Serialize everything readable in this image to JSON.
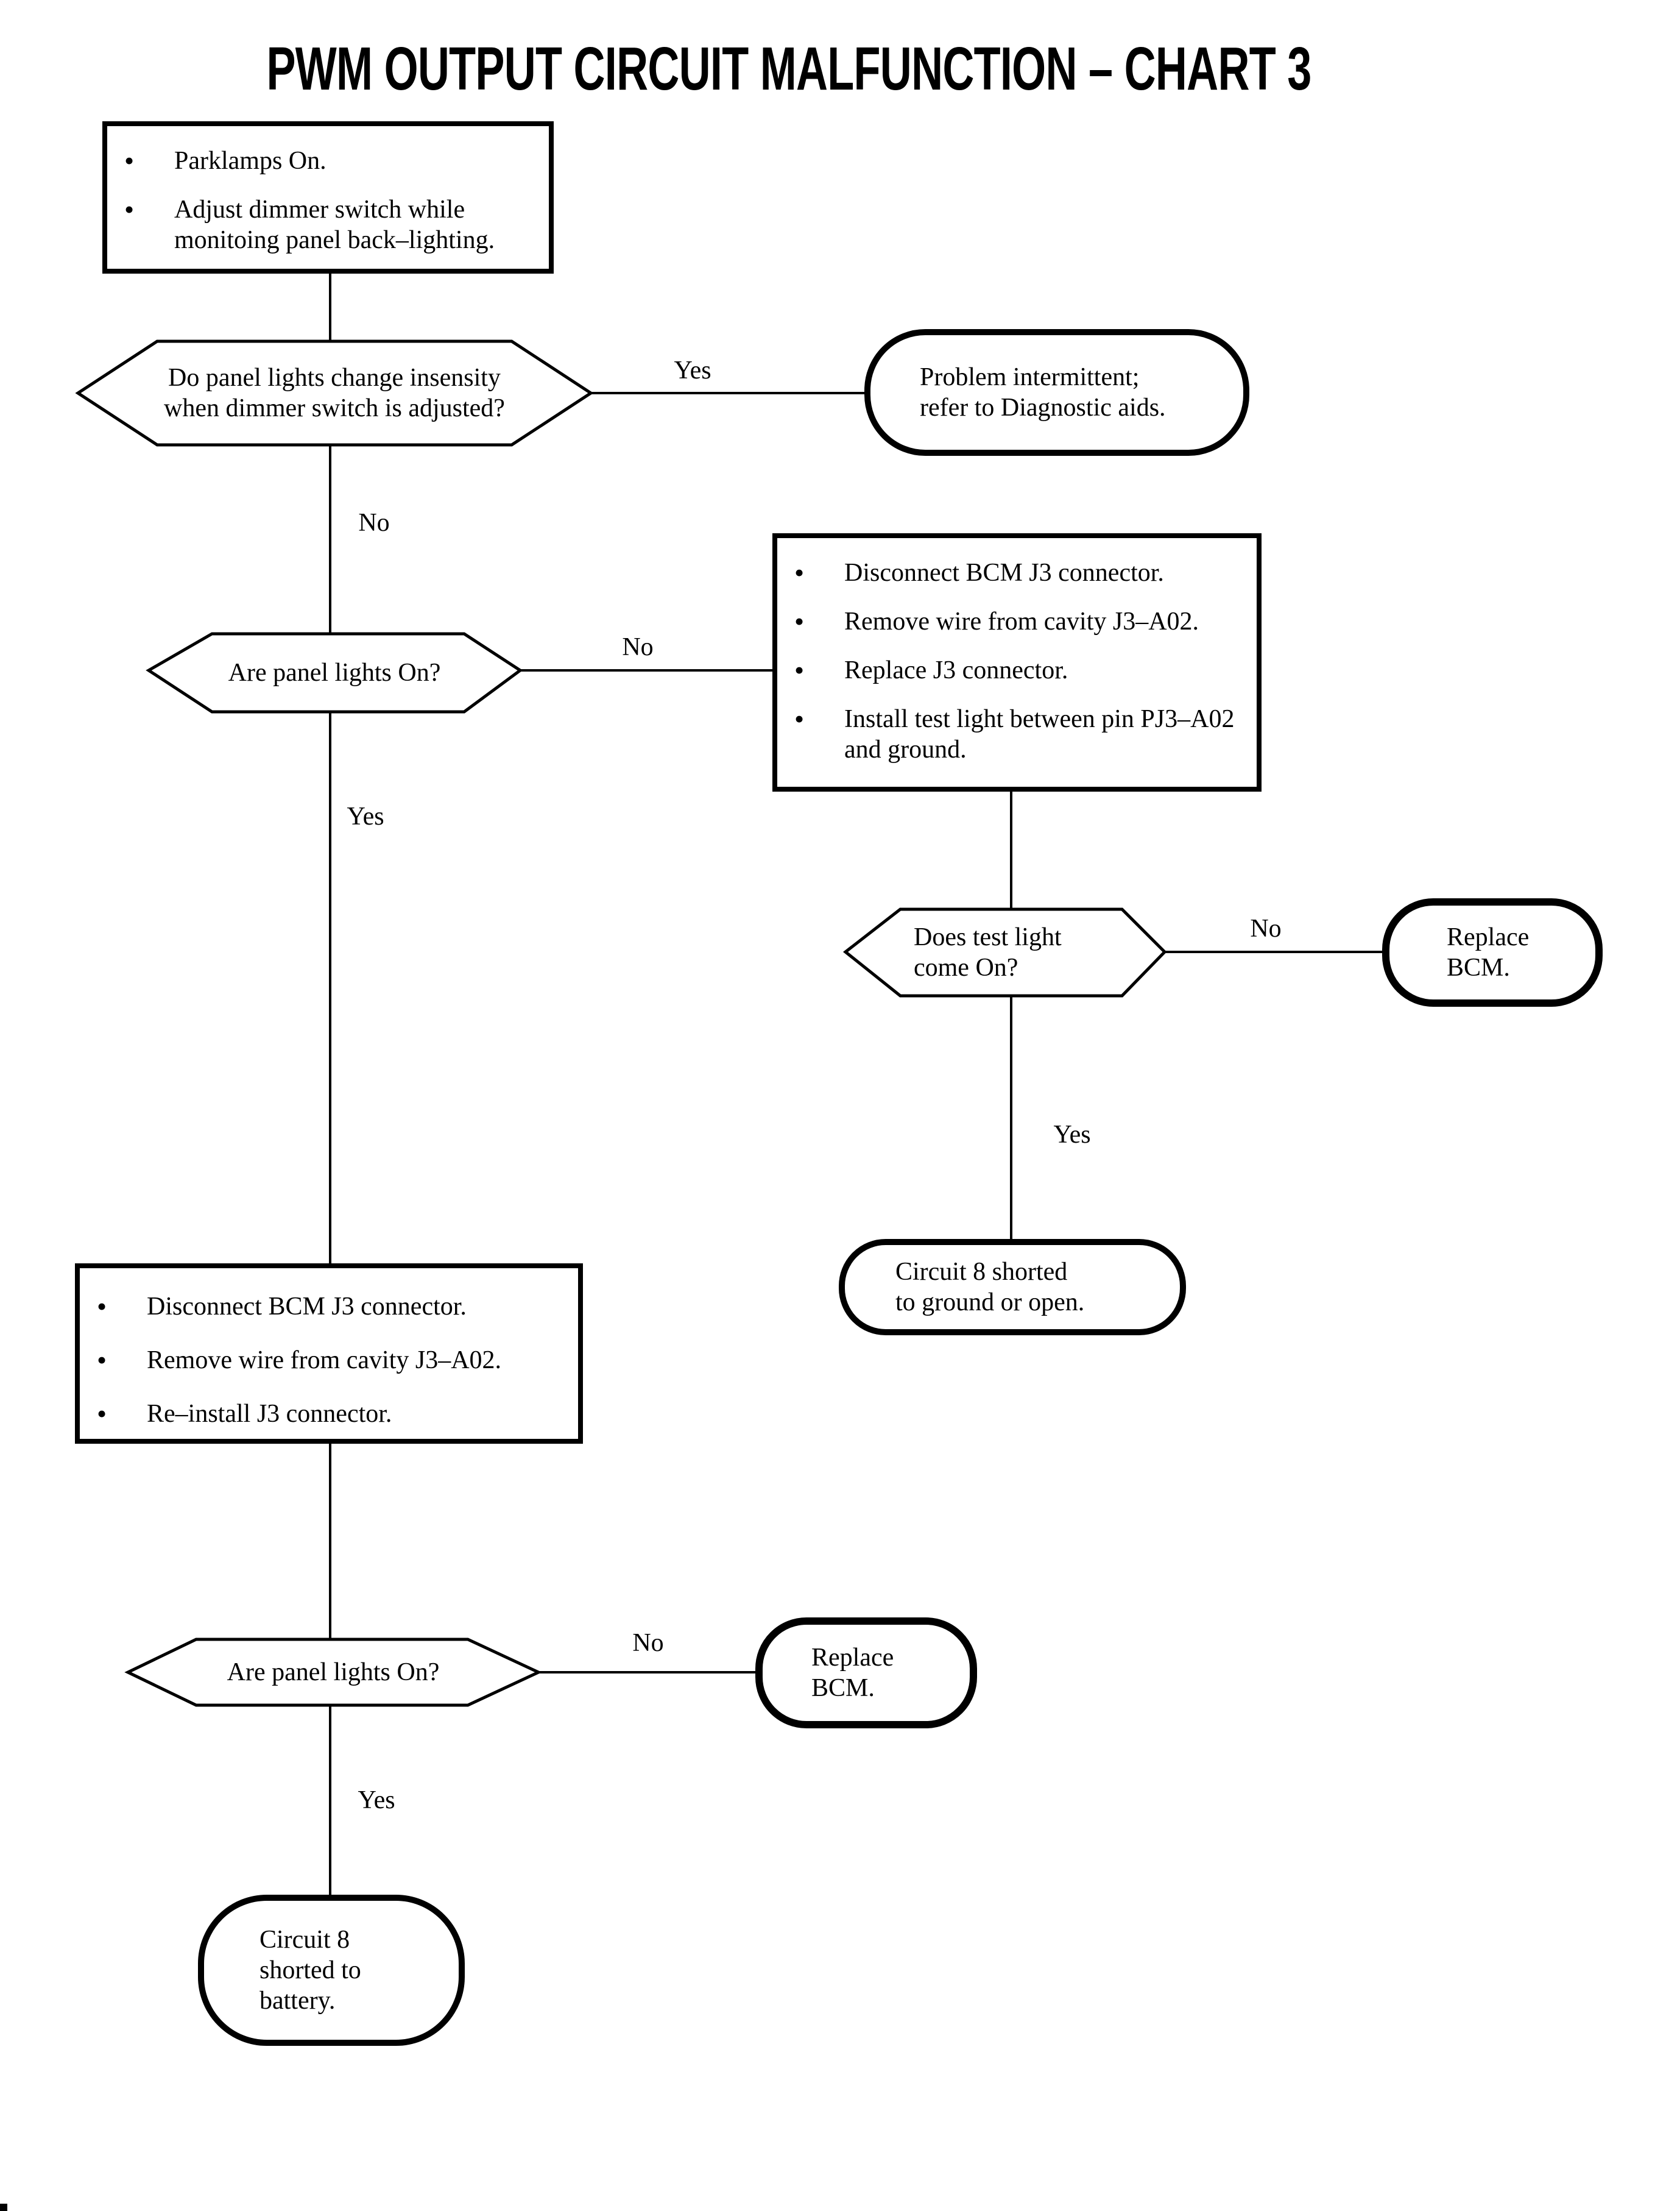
{
  "colors": {
    "ink": "#000000",
    "paper": "#ffffff"
  },
  "glyphs": {
    "bullet": "•"
  },
  "title": "PWM OUTPUT CIRCUIT MALFUNCTION – CHART 3",
  "start_box": {
    "items": [
      "Parklamps On.",
      "Adjust dimmer switch while\nmonitoing panel back–lighting."
    ]
  },
  "decision_dimmer": {
    "text": "Do panel lights change insensity\nwhen dimmer switch is adjusted?",
    "yes": "Yes",
    "no": "No"
  },
  "terminal_intermittent": {
    "text": "Problem intermittent;\nrefer to Diagnostic aids."
  },
  "action_test_light": {
    "items": [
      "Disconnect BCM J3 connector.",
      "Remove wire from cavity J3–A02.",
      "Replace J3 connector.",
      "Install test light between pin PJ3–A02\nand ground."
    ]
  },
  "decision_panel_lights_1": {
    "text": "Are panel lights On?",
    "yes": "Yes",
    "no": "No"
  },
  "decision_test_light": {
    "text": "Does test light\ncome On?",
    "yes": "Yes",
    "no": "No"
  },
  "terminal_replace_bcm_1": {
    "text": "Replace\nBCM."
  },
  "terminal_ground_open": {
    "text": "Circuit 8 shorted\nto ground or open."
  },
  "action_reinstall": {
    "items": [
      "Disconnect BCM J3 connector.",
      "Remove wire from cavity J3–A02.",
      "Re–install J3 connector."
    ]
  },
  "decision_panel_lights_2": {
    "text": "Are panel lights On?",
    "yes": "Yes",
    "no": "No"
  },
  "terminal_replace_bcm_2": {
    "text": "Replace\nBCM."
  },
  "terminal_battery": {
    "text": "Circuit 8\nshorted to\nbattery."
  }
}
